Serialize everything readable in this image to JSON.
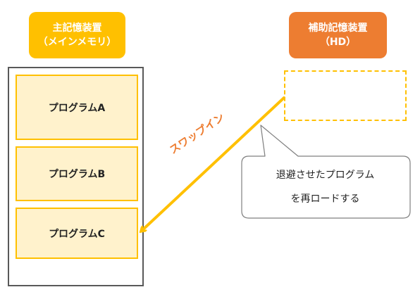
{
  "main_memory": {
    "title_line1": "主記憶装置",
    "title_line2": "（メインメモリ）",
    "color": "#ffc000",
    "programs": [
      {
        "label": "プログラムA"
      },
      {
        "label": "プログラムB"
      },
      {
        "label": "プログラムC"
      }
    ]
  },
  "aux_storage": {
    "title_line1": "補助記憶装置",
    "title_line2": "（HD）",
    "color": "#ed7d31"
  },
  "arrow": {
    "label": "スワップイン",
    "color": "#ffc000"
  },
  "callout": {
    "line1": "退避させたプログラム",
    "line2": "を再ロードする"
  }
}
